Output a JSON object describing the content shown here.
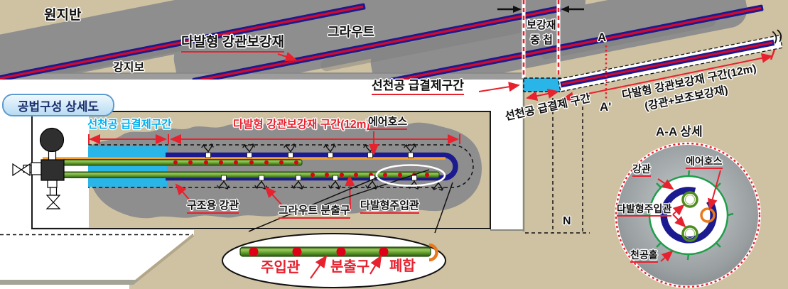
{
  "colors": {
    "background_tan": "#cfc2a3",
    "rock_gray": "#8e8e8e",
    "pipe_navy": "#1b1a8e",
    "pipe_red_stripe": "#cf0a2c",
    "accent_red": "#e8212e",
    "quickset_cyan": "#2ab5e8",
    "pipe_green": "#6aa832",
    "hose_orange": "#f5a12b"
  },
  "upper": {
    "ground": "원지반",
    "pipe_label": "다발형 강관보강재",
    "grout": "그라우트",
    "steel_support": "강지보",
    "overlap_line1": "보강재",
    "overlap_line2": "중  첩",
    "marker_a": "A",
    "marker_a_prime": "A'",
    "quickset_label": "선천공 급결제구간",
    "quickset_rotated": "선천공 급결제 구간",
    "zone_rotated": "다발형 강관보강재 구간(12m)",
    "zone_rotated_sub": "(강관+보조보강재)"
  },
  "detail": {
    "bubble_title": "공법구성 상세도",
    "quickset_zone": "선천공 급결제구간",
    "reinforcement_zone": "다발형 강관보강재 구간(12m)",
    "air_hose": "에어호스",
    "structural_pipe": "구조용 강관",
    "grout_outlet": "그라우트 분출구",
    "injection_pipe": "다발형주입관",
    "n_marker": "N"
  },
  "magnifier": {
    "injection_pipe": "주입관",
    "outlet": "분출구",
    "closure": "폐합"
  },
  "aa": {
    "title": "A-A 상세",
    "steel_pipe": "강관",
    "air_hose": "에어호스",
    "injection_pipe": "다발형주입관",
    "drill_hole": "천공홀"
  }
}
